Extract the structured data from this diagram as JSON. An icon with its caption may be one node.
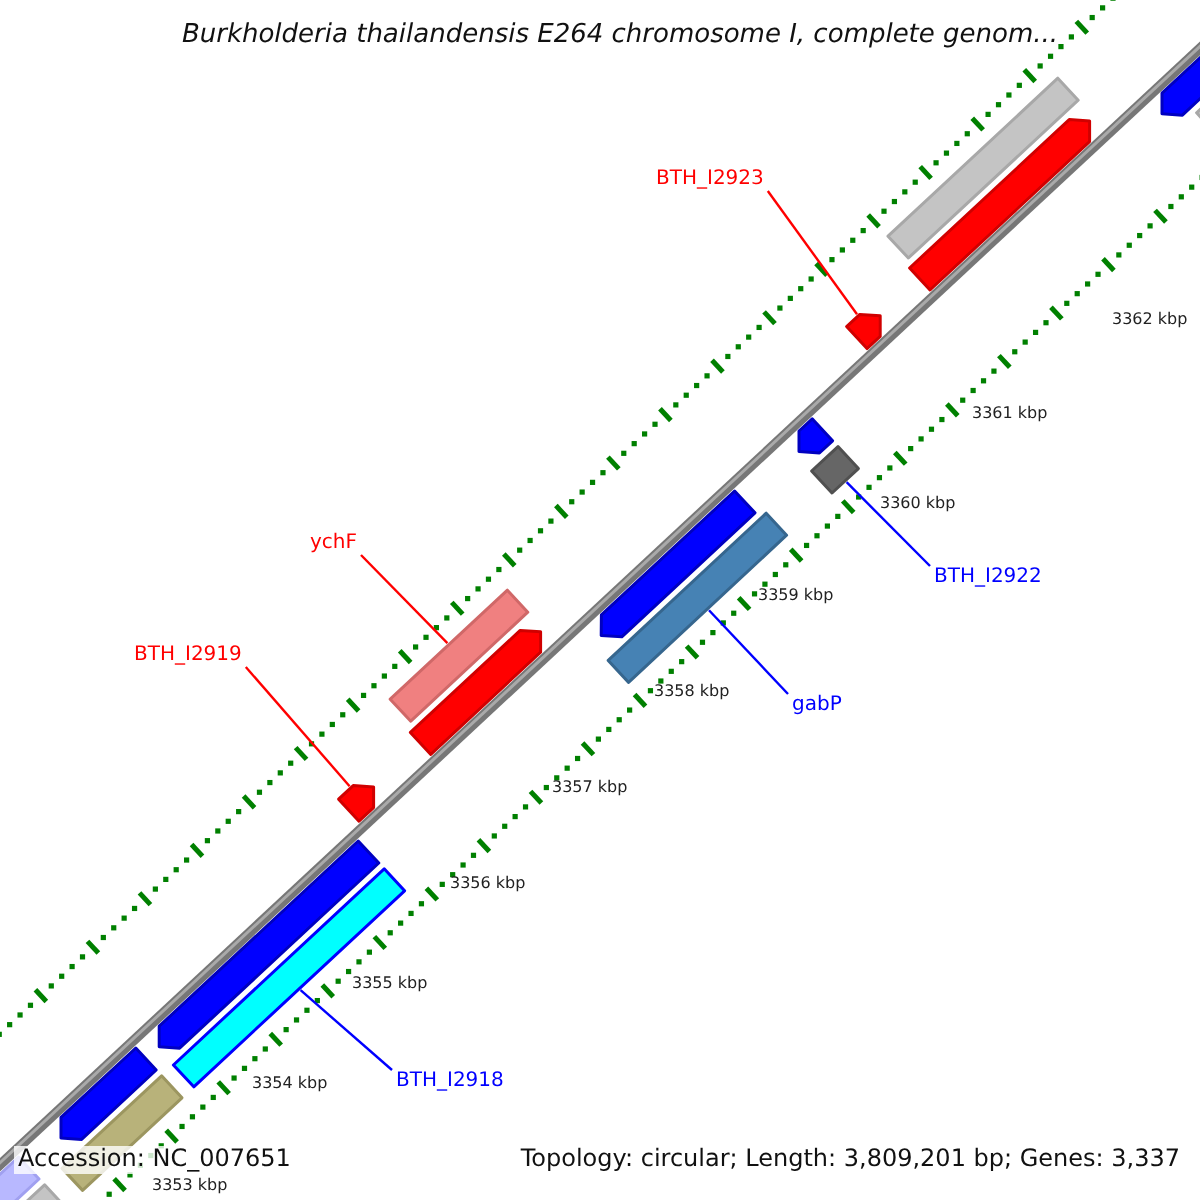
{
  "diagram": {
    "title": "Burkholderia thailandensis E264 chromosome I, complete genom...",
    "nodes": [
      {
        "text": [
          "BTH_I2923"
        ]
      },
      {
        "text": [],
        "shape": "bar"
      },
      {
        "text": [
          "ychF"
        ]
      },
      {
        "text": [],
        "shape": "bar"
      },
      {
        "text": [
          "BTH_I2922"
        ]
      },
      {
        "text": [],
        "shape": "bar"
      },
      {
        "text": [
          "BTH_I2919"
        ]
      },
      {
        "text": [],
        "shape": "bar"
      },
      {
        "text": [
          "gabP"
        ]
      },
      {
        "text": [],
        "shape": "bar"
      },
      {
        "text": [
          "BTH_I2918"
        ]
      },
      {
        "text": [],
        "shape": "bar"
      }
    ],
    "edges": [
      {
        "from": 0,
        "to": 1,
        "arrow": "none"
      },
      {
        "from": 2,
        "to": 3,
        "arrow": "none"
      },
      {
        "from": 4,
        "to": 5,
        "arrow": "none",
        "color": "#0000ff"
      },
      {
        "from": 6,
        "to": 7,
        "arrow": "none"
      },
      {
        "from": 8,
        "to": 9,
        "arrow": "none",
        "color": "#0000ff"
      },
      {
        "from": 10,
        "to": 11,
        "arrow": "none",
        "color": "#0000ff"
      }
    ],
    "labels": [
      "3362 kbp",
      "3361 kbp",
      "3360 kbp",
      "3359 kbp",
      "3358 kbp",
      "3357 kbp",
      "3356 kbp",
      "3355 kbp",
      "3354 kbp",
      "Accession: NC_007651",
      "Topology: circular; Length: 3,809,201 bp; Genes: 3,337",
      "3353 kbp"
    ]
  }
}
